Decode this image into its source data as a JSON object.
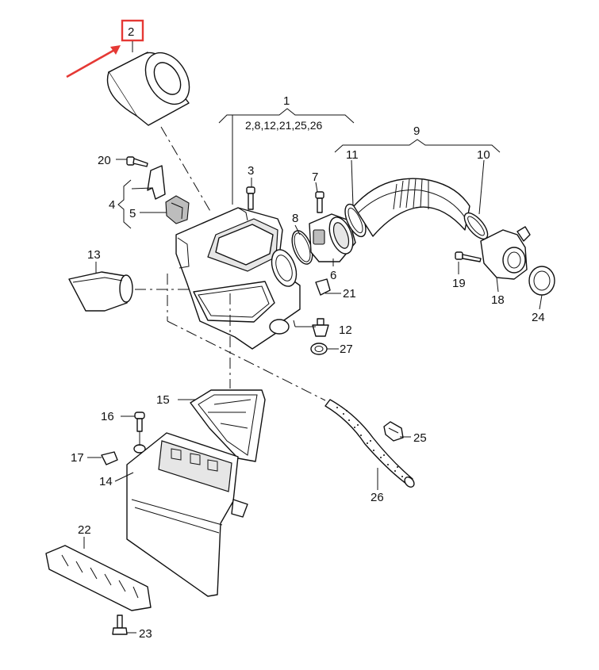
{
  "highlight": {
    "part": "2",
    "color": "#e53935"
  },
  "groups": {
    "housing": {
      "ref": "1",
      "contains": "2,8,12,21,25,26"
    },
    "duct": {
      "ref": "9"
    },
    "bracket": {
      "ref": "4"
    }
  },
  "callouts": {
    "p2": "2",
    "p3": "3",
    "p5": "5",
    "p6": "6",
    "p7": "7",
    "p8": "8",
    "p10": "10",
    "p11": "11",
    "p12": "12",
    "p13": "13",
    "p14": "14",
    "p15": "15",
    "p16": "16",
    "p17": "17",
    "p18": "18",
    "p19": "19",
    "p20": "20",
    "p21": "21",
    "p22": "22",
    "p23": "23",
    "p24": "24",
    "p25": "25",
    "p26": "26",
    "p27": "27"
  },
  "icons": {
    "arrow": "red-pointer-arrow",
    "screw": "screw-icon",
    "clamp": "hose-clamp-icon"
  }
}
